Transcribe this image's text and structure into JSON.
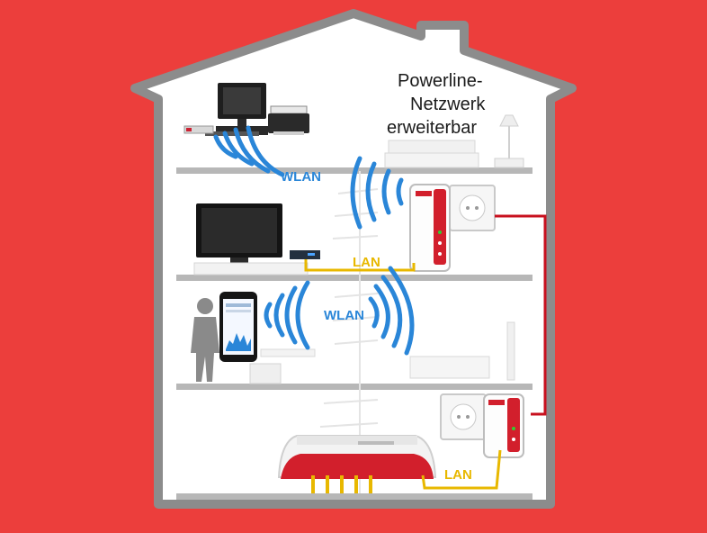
{
  "title": {
    "line1": "Powerline-",
    "line2": "Netzwerk",
    "line3": "erweiterbar"
  },
  "labels": {
    "wlan_top": "WLAN",
    "wlan_middle": "WLAN",
    "lan_middle": "LAN",
    "lan_bottom": "LAN"
  },
  "colors": {
    "background": "#ec3e3c",
    "house": "#ffffff",
    "outline": "#8e8e8e",
    "wlan": "#2a86d8",
    "lan": "#e8b800",
    "powerline_wire": "#c8101e",
    "fritz_red": "#d21f2c"
  }
}
